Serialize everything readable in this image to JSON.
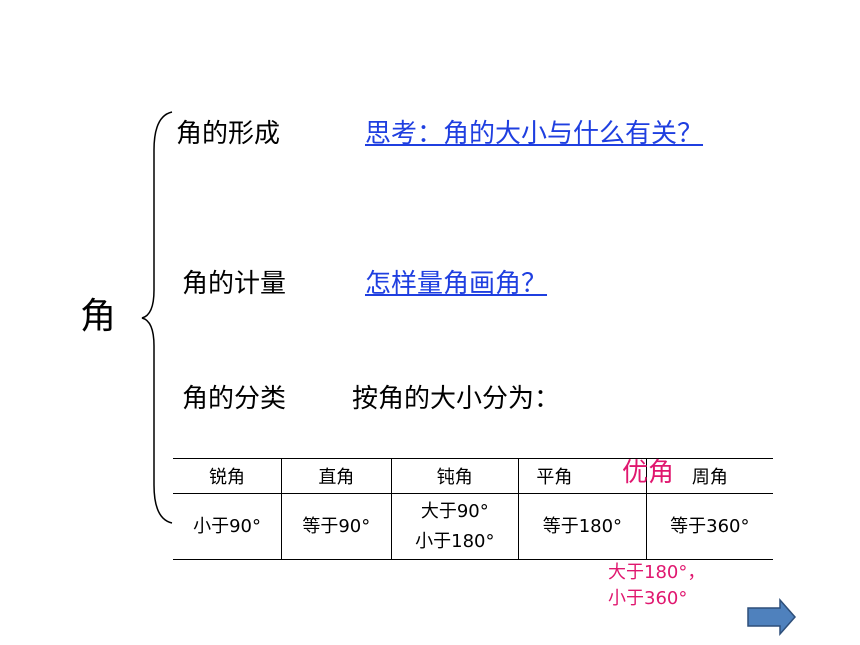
{
  "main_char": "角",
  "rows": [
    {
      "label": "角的形成",
      "link": "思考：角的大小与什么有关？"
    },
    {
      "label": "角的计量",
      "link": "怎样量角画角？"
    },
    {
      "label": "角的分类",
      "text": "按角的大小分为："
    }
  ],
  "table": {
    "headers": [
      "锐角",
      "直角",
      "钝角",
      "平角",
      "周角"
    ],
    "cells": [
      [
        "小于90°"
      ],
      [
        "等于90°"
      ],
      [
        "大于90°",
        "小于180°"
      ],
      [
        "等于180°"
      ],
      [
        "等于360°"
      ]
    ]
  },
  "overlay": {
    "youjiao": "优角",
    "note_line1": "大于180°，",
    "note_line2": "小于360°"
  },
  "colors": {
    "link": "#1f3fe0",
    "accent": "#e0176f",
    "arrow": "#4f81bd"
  },
  "icons": {
    "next": "right-arrow-icon"
  }
}
